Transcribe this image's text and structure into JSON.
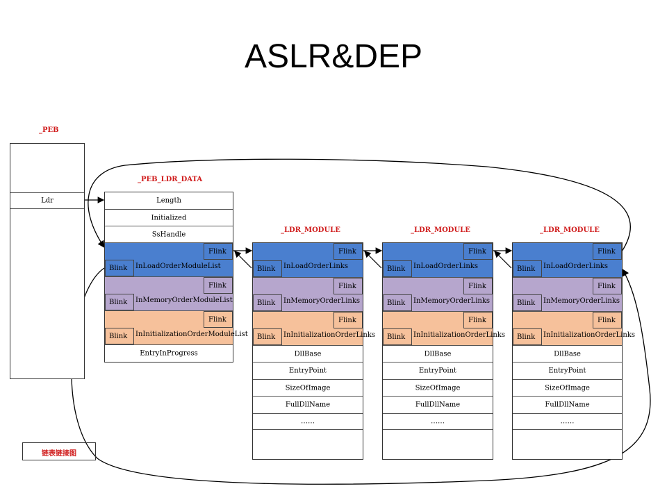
{
  "slide": {
    "title": "ASLR&DEP"
  },
  "peb": {
    "label": "_PEB",
    "field": "Ldr"
  },
  "ldr_data": {
    "label": "_PEB_LDR_DATA",
    "fields": [
      "Length",
      "Initialized",
      "SsHandle"
    ],
    "lists": [
      {
        "flink": "Flink",
        "blink": "Blink",
        "name": "InLoadOrderModuleList",
        "color": "#4a7fcf"
      },
      {
        "flink": "Flink",
        "blink": "Blink",
        "name": "InMemoryOrderModuleList",
        "color": "#b6a6cd"
      },
      {
        "flink": "Flink",
        "blink": "Blink",
        "name": "InInitializationOrderModuleList",
        "color": "#f6c19b"
      }
    ],
    "tail": "EntryInProgress"
  },
  "modules": [
    {
      "label": "_LDR_MODULE",
      "lists": [
        {
          "flink": "Flink",
          "blink": "Blink",
          "name": "InLoadOrderLinks"
        },
        {
          "flink": "Flink",
          "blink": "Blink",
          "name": "InMemoryOrderLinks"
        },
        {
          "flink": "Flink",
          "blink": "Blink",
          "name": "InInitializationOrderLinks"
        }
      ],
      "fields": [
        "DllBase",
        "EntryPoint",
        "SizeOfImage",
        "FullDllName",
        "……"
      ]
    },
    {
      "label": "_LDR_MODULE",
      "lists": [
        {
          "flink": "Flink",
          "blink": "Blink",
          "name": "InLoadOrderLinks"
        },
        {
          "flink": "Flink",
          "blink": "Blink",
          "name": "InMemoryOrderLinks"
        },
        {
          "flink": "Flink",
          "blink": "Blink",
          "name": "InInitializationOrderLinks"
        }
      ],
      "fields": [
        "DllBase",
        "EntryPoint",
        "SizeOfImage",
        "FullDllName",
        "……"
      ]
    },
    {
      "label": "_LDR_MODULE",
      "lists": [
        {
          "flink": "Flink",
          "blink": "Blink",
          "name": "InLoadOrderLinks"
        },
        {
          "flink": "Flink",
          "blink": "Blink",
          "name": "InMemoryOrderLinks"
        },
        {
          "flink": "Flink",
          "blink": "Blink",
          "name": "InInitializationOrderLinks"
        }
      ],
      "fields": [
        "DllBase",
        "EntryPoint",
        "SizeOfImage",
        "FullDllName",
        "……"
      ]
    }
  ],
  "legend": {
    "text": "链表链接图"
  },
  "colors": {
    "label_red": "#d01c1c",
    "blue": "#4a7fcf",
    "purple": "#b6a6cd",
    "orange": "#f6c19b"
  }
}
